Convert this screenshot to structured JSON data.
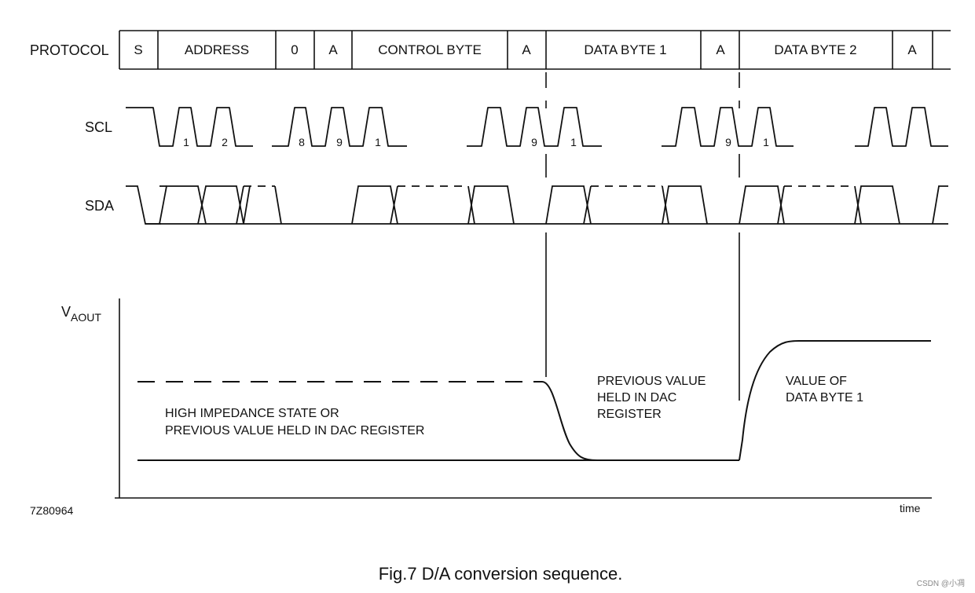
{
  "protocol": {
    "label": "PROTOCOL",
    "cells": [
      {
        "text": "S"
      },
      {
        "text": "ADDRESS"
      },
      {
        "text": "0"
      },
      {
        "text": "A"
      },
      {
        "text": "CONTROL BYTE"
      },
      {
        "text": "A"
      },
      {
        "text": "DATA BYTE 1"
      },
      {
        "text": "A"
      },
      {
        "text": "DATA BYTE 2"
      },
      {
        "text": "A"
      }
    ]
  },
  "scl": {
    "label": "SCL",
    "pulse_numbers": [
      "1",
      "2",
      "8",
      "9",
      "1",
      "9",
      "1",
      "9",
      "1"
    ]
  },
  "sda": {
    "label": "SDA"
  },
  "vaout": {
    "label_main": "V",
    "label_sub": "AOUT",
    "x_label": "time",
    "notes": {
      "high_impedance_line1": "HIGH IMPEDANCE STATE OR",
      "high_impedance_line2": "PREVIOUS VALUE HELD IN DAC REGISTER",
      "previous_line1": "PREVIOUS VALUE",
      "previous_line2": "HELD IN DAC",
      "previous_line3": "REGISTER",
      "value_line1": "VALUE OF",
      "value_line2": "DATA BYTE 1"
    }
  },
  "figure_id": "7Z80964",
  "caption": "Fig.7  D/A conversion sequence.",
  "watermark": "CSDN @小凋"
}
